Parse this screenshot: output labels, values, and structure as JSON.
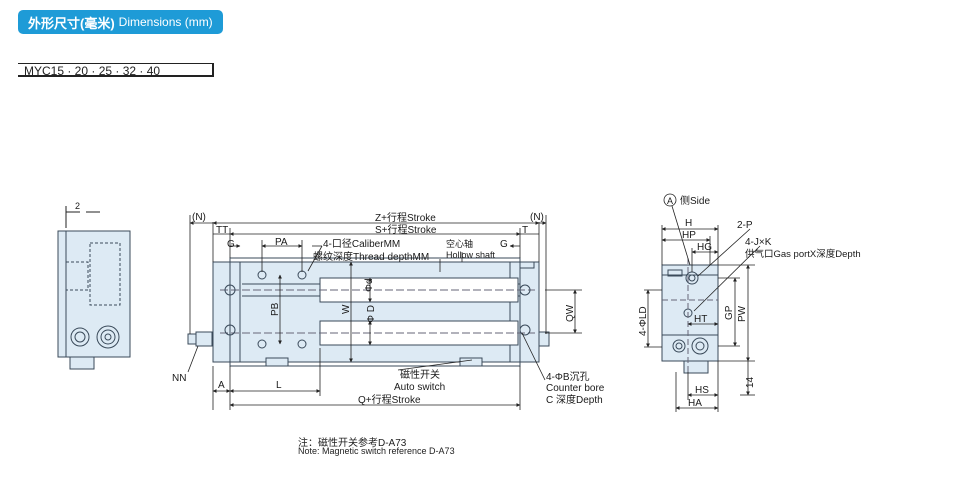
{
  "header": {
    "title_cn": "外形尺寸(毫米)",
    "title_en": "Dimensions (mm)"
  },
  "model": "MYC15 · 20 · 25 · 32 · 40",
  "colors": {
    "badge": "#1e9bd7",
    "part_fill": "#ddeaf4",
    "part_stroke": "#3a4a5a",
    "line": "#222222"
  },
  "side_view": {
    "dim_2": "2"
  },
  "front_view": {
    "n_left": "(N)",
    "n_right": "(N)",
    "z_stroke": "Z+行程Stroke",
    "s_stroke": "S+行程Stroke",
    "tt": "TT",
    "t": "T",
    "g_left": "G",
    "g_right": "G",
    "pa": "PA",
    "caliber": "4-口径CaliberMM",
    "thread": "螺纹深度Thread depthMM",
    "hollow_cn": "空心轴",
    "hollow_en": "Hollow shaft",
    "phi_d": "Φd",
    "phi_D": "Φ D",
    "w": "W",
    "pb": "PB",
    "qw": "QW",
    "nn": "NN",
    "a": "A",
    "l": "L",
    "switch_cn": "磁性开关",
    "switch_en": "Auto switch",
    "counter_cn": "4-ΦB沉孔",
    "counter_en": "Counter bore",
    "depth": "C  深度Depth",
    "q_stroke": "Q+行程Stroke"
  },
  "end_view": {
    "side_marker": "A",
    "side_label": "侧Side",
    "h": "H",
    "hp": "HP",
    "hg": "HG",
    "p2": "2-P",
    "jk": "4-J×K",
    "port": "供气口Gas portX深度Depth",
    "ld": "4-ΦLD",
    "ht": "HT",
    "gp": "GP",
    "pw": "PW",
    "hs": "HS",
    "ha": "HA",
    "dim_14": "14"
  },
  "notes": {
    "cn": "注：磁性开关参考D-A73",
    "en": "Note: Magnetic switch reference D-A73"
  }
}
